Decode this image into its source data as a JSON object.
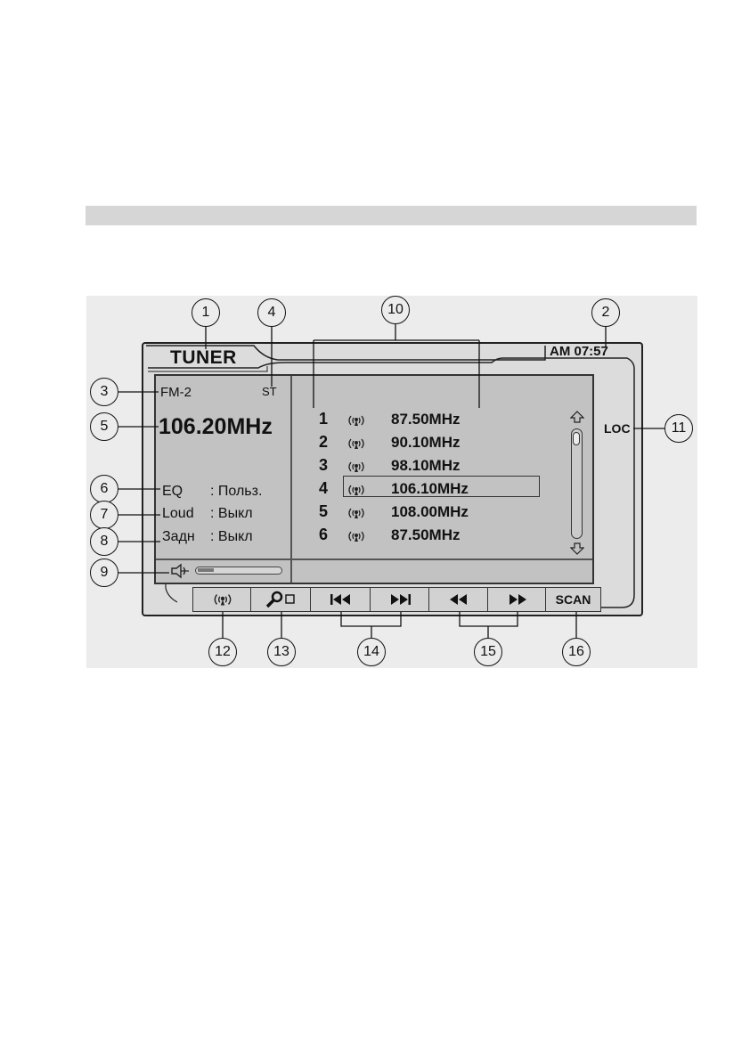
{
  "header": {
    "app_title": "TUNER",
    "ampm": "AM",
    "time": "07:57"
  },
  "left_panel": {
    "band": "FM-2",
    "stereo": "ST",
    "frequency": "106.20MHz",
    "settings": [
      {
        "label": "EQ",
        "value": ": Польз."
      },
      {
        "label": "Loud",
        "value": ": Выкл"
      },
      {
        "label": "Задн",
        "value": ": Выкл"
      }
    ],
    "volume_level": 0.2
  },
  "presets": [
    {
      "number": "1",
      "frequency": "87.50MHz"
    },
    {
      "number": "2",
      "frequency": "90.10MHz"
    },
    {
      "number": "3",
      "frequency": "98.10MHz"
    },
    {
      "number": "4",
      "frequency": "106.10MHz",
      "selected": true
    },
    {
      "number": "5",
      "frequency": "108.00MHz"
    },
    {
      "number": "6",
      "frequency": "87.50MHz"
    }
  ],
  "loc_label": "LOC",
  "buttons": {
    "signal": "signal-icon",
    "search": "search-stop-icon",
    "prev": "skip-back-icon",
    "next": "skip-forward-icon",
    "rewind": "rewind-icon",
    "fast_forward": "fast-forward-icon",
    "scan": "SCAN"
  },
  "callouts": [
    "1",
    "2",
    "3",
    "4",
    "5",
    "6",
    "7",
    "8",
    "9",
    "10",
    "11",
    "12",
    "13",
    "14",
    "15",
    "16"
  ]
}
